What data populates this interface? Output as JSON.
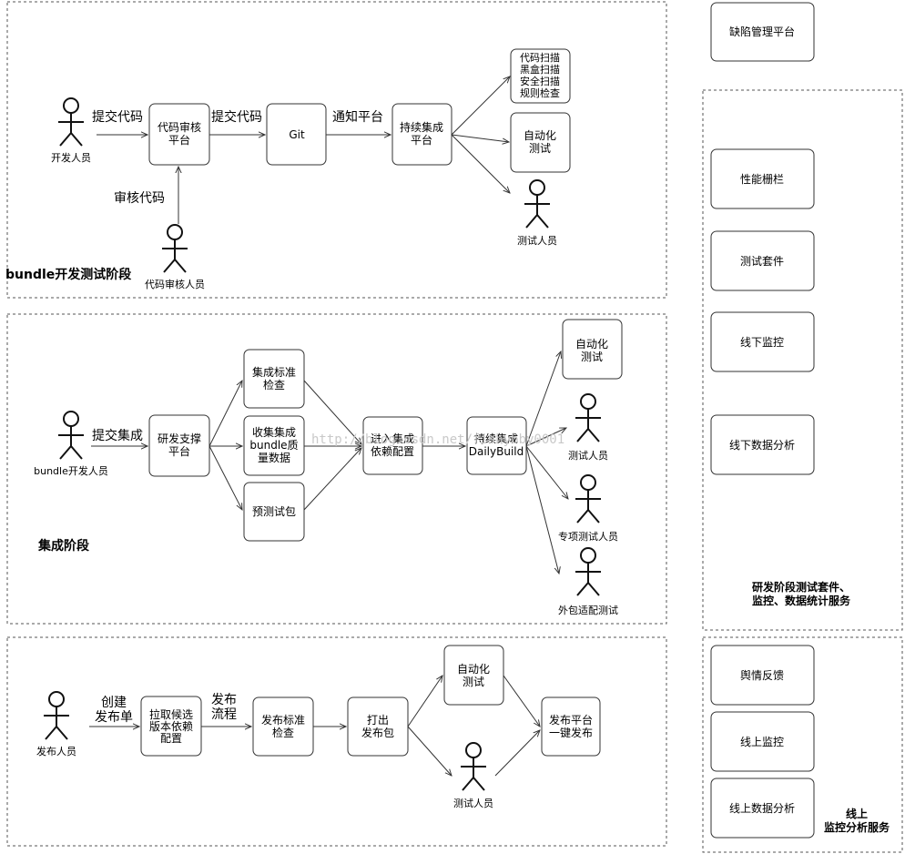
{
  "sections": {
    "dev": {
      "title": "bundle开发测试阶段"
    },
    "integration": {
      "title": "集成阶段"
    },
    "release": {
      "title": ""
    }
  },
  "dev": {
    "developer": "开发人员",
    "reviewer": "代码审核人员",
    "tester": "测试人员",
    "code_review_platform": [
      "代码审核",
      "平台"
    ],
    "git": "Git",
    "ci_platform": [
      "持续集成",
      "平台"
    ],
    "scan": [
      "代码扫描",
      "黑盒扫描",
      "安全扫描",
      "规则检查"
    ],
    "auto_test": [
      "自动化",
      "测试"
    ],
    "edge_submit_1": "提交代码",
    "edge_submit_2": "提交代码",
    "edge_notify": "通知平台",
    "edge_review": "审核代码"
  },
  "integration": {
    "developer": "bundle开发人员",
    "edge_submit": "提交集成",
    "rd_platform": [
      "研发支撑",
      "平台"
    ],
    "standard_check": [
      "集成标准",
      "检查"
    ],
    "collect_data": [
      "收集集成",
      "bundle质",
      "量数据"
    ],
    "pretest_pkg": "预测试包",
    "enter_config": [
      "进入集成",
      "依赖配置"
    ],
    "ci_daily": [
      "持续集成",
      "DailyBuild"
    ],
    "auto_test": [
      "自动化",
      "测试"
    ],
    "tester": "测试人员",
    "special_tester": "专项测试人员",
    "outsourced": "外包适配测试"
  },
  "release": {
    "publisher": "发布人员",
    "edge_create": [
      "创建",
      "发布单"
    ],
    "edge_flow": [
      "发布",
      "流程"
    ],
    "pull_config": [
      "拉取候选",
      "版本依赖",
      "配置"
    ],
    "standard_check": [
      "发布标准",
      "检查"
    ],
    "package": [
      "打出",
      "发布包"
    ],
    "auto_test": [
      "自动化",
      "测试"
    ],
    "tester": "测试人员",
    "one_click": [
      "发布平台",
      "一键发布"
    ]
  },
  "right_panel": {
    "defect_platform": "缺陷管理平台",
    "dev_services": {
      "items": [
        "性能栅栏",
        "测试套件",
        "线下监控",
        "线下数据分析"
      ],
      "title": [
        "研发阶段测试套件、",
        "监控、数据统计服务"
      ]
    },
    "online_services": {
      "items": [
        "舆情反馈",
        "线上监控",
        "线上数据分析"
      ],
      "title": [
        "线上",
        "监控分析服务"
      ]
    }
  },
  "watermark": "http://blog.csdn.net/fishybby0001"
}
